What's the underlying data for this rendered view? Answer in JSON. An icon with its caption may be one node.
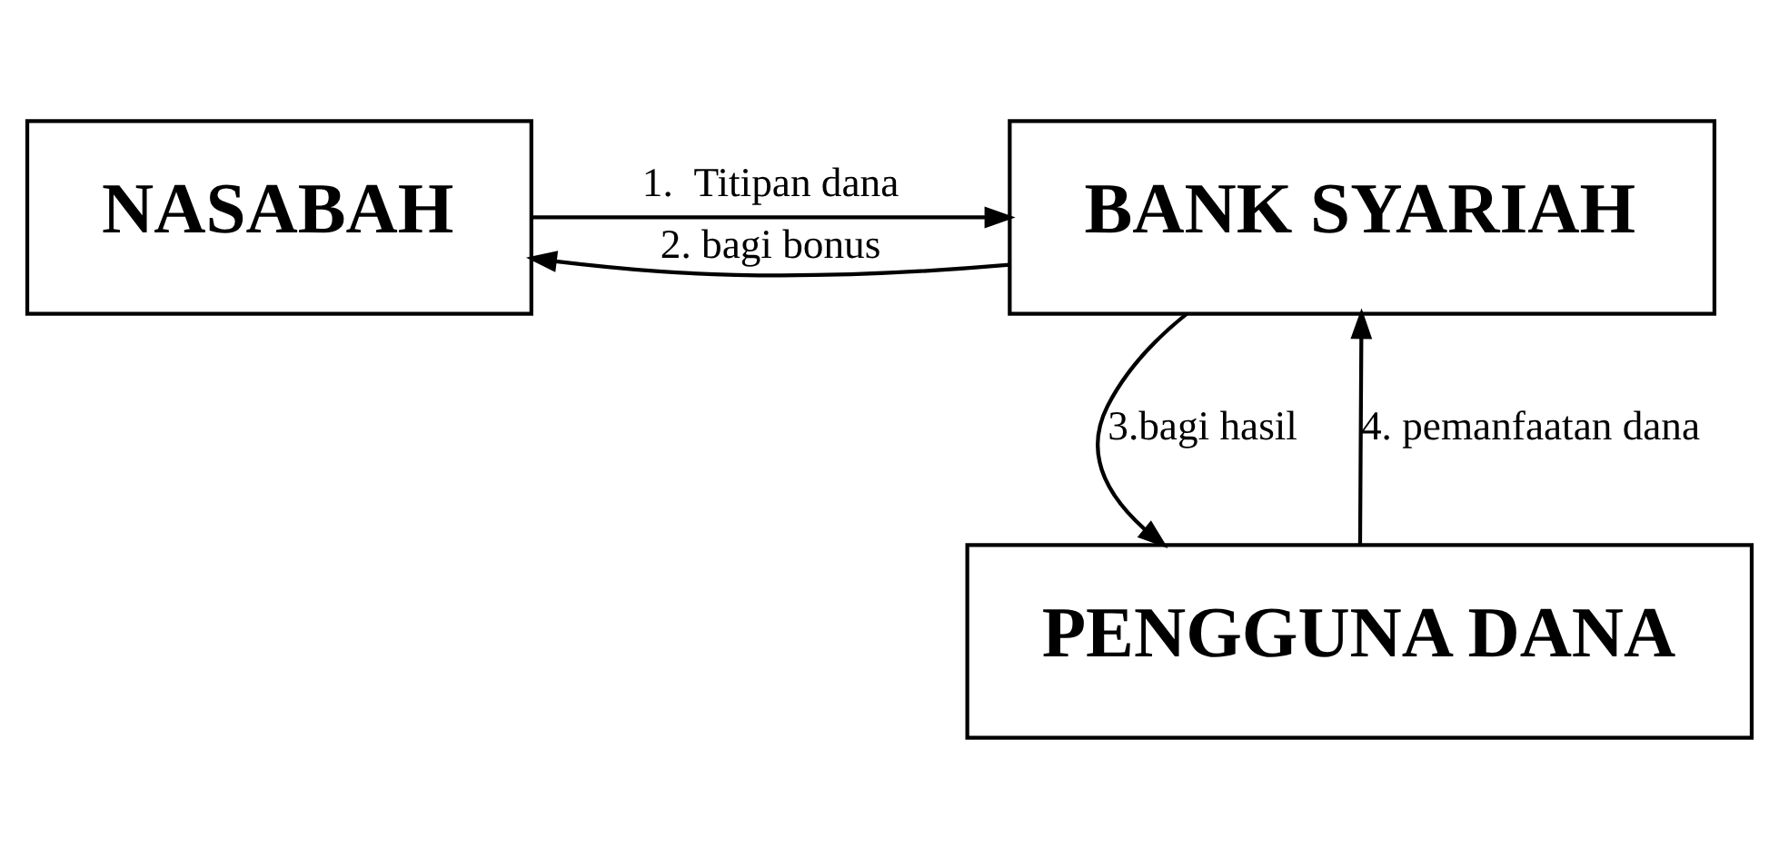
{
  "diagram": {
    "nodes": [
      {
        "text": [
          "NASABAH"
        ]
      },
      {
        "text": [
          "BANK SYARIAH"
        ]
      },
      {
        "text": [
          "PENGGUNA DANA"
        ]
      }
    ],
    "edges": [
      {
        "from": 0,
        "to": 1,
        "arrow": "to",
        "label": "1.  Titipan dana"
      },
      {
        "from": 1,
        "to": 0,
        "arrow": "to",
        "label": "2. bagi bonus"
      },
      {
        "from": 1,
        "to": 2,
        "arrow": "to",
        "label": "3.bagi hasil"
      },
      {
        "from": 2,
        "to": 1,
        "arrow": "to",
        "label": "4. pemanfaatan dana"
      }
    ]
  }
}
